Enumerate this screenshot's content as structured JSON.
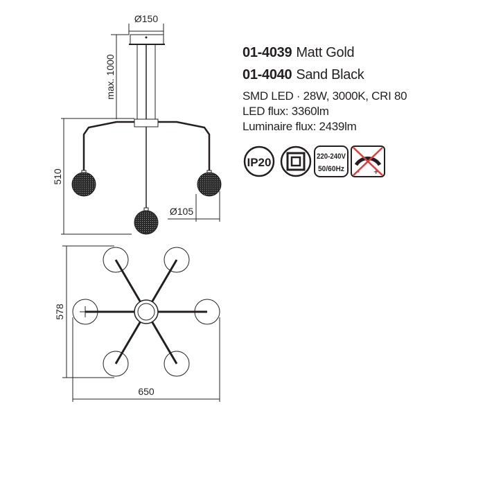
{
  "products": [
    {
      "code": "01-4039",
      "finish": "Matt Gold"
    },
    {
      "code": "01-4040",
      "finish": "Sand Black"
    }
  ],
  "specs": {
    "line1": "SMD LED · 28W, 3000K, CRI 80",
    "line2": "LED flux: 3360lm",
    "line3": "Luminaire flux: 2439lm"
  },
  "badges": {
    "ip_rating": "IP20",
    "voltage": "220-240V",
    "frequency": "50/60Hz",
    "dimmer_minus": "-",
    "dimmer_plus": "+",
    "icons": [
      "ip20-icon",
      "double-insulation-class-ii-icon",
      "voltage-icon",
      "not-dimmable-icon"
    ]
  },
  "dimensions": {
    "canopy_diameter": "Ø150",
    "max_length": "max. 1000",
    "height": "510",
    "shade_diameter": "Ø105",
    "depth": "578",
    "width": "650"
  },
  "colors": {
    "line": "#231f20",
    "cross": "#e53935"
  }
}
